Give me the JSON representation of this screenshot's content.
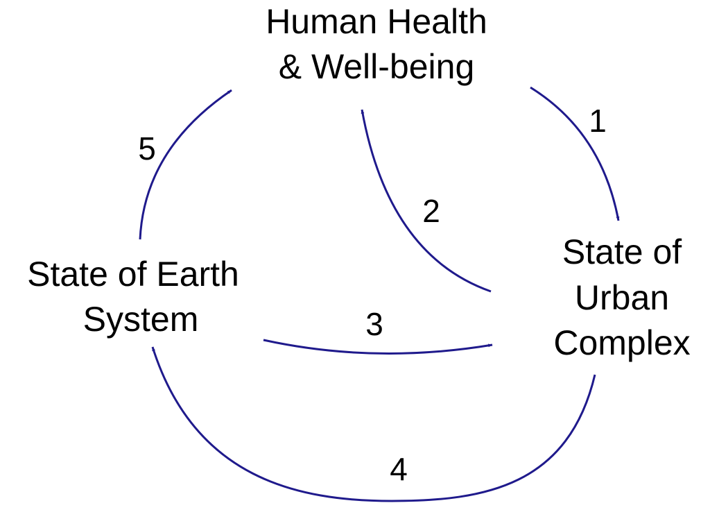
{
  "nodes": {
    "human_health": {
      "line1": "Human Health",
      "line2": "& Well-being"
    },
    "earth_system": {
      "line1": "State of Earth",
      "line2": "System"
    },
    "urban_complex": {
      "line1": "State of",
      "line2": "Urban",
      "line3": "Complex"
    }
  },
  "edges": [
    {
      "label": "1",
      "from": "Human Health & Well-being",
      "to": "State of Urban Complex"
    },
    {
      "label": "2",
      "from": "State of Urban Complex",
      "to": "Human Health & Well-being"
    },
    {
      "label": "3",
      "from": "State of Earth System",
      "to": "State of Urban Complex"
    },
    {
      "label": "4",
      "from": "State of Urban Complex",
      "to": "State of Earth System"
    },
    {
      "label": "5",
      "from": "State of Earth System",
      "to": "Human Health & Well-being"
    }
  ],
  "colors": {
    "arrow": "#1f1a8c",
    "text": "#000000",
    "background": "#ffffff"
  }
}
